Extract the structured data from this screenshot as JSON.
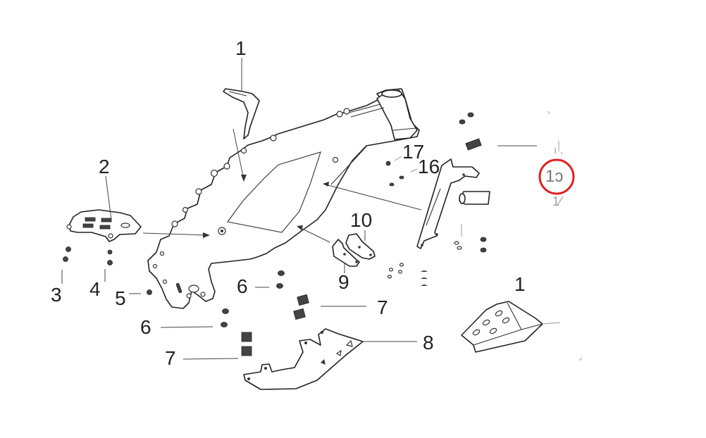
{
  "diagram": {
    "type": "exploded-parts-view",
    "subject": "frame assembly",
    "callouts": [
      {
        "id": "c1-top",
        "label": "1"
      },
      {
        "id": "c2",
        "label": "2"
      },
      {
        "id": "c3",
        "label": "3"
      },
      {
        "id": "c4",
        "label": "4"
      },
      {
        "id": "c5",
        "label": "5"
      },
      {
        "id": "c6-a",
        "label": "6"
      },
      {
        "id": "c6-b",
        "label": "6"
      },
      {
        "id": "c7-a",
        "label": "7"
      },
      {
        "id": "c7-b",
        "label": "7"
      },
      {
        "id": "c8",
        "label": "8"
      },
      {
        "id": "c9",
        "label": "9"
      },
      {
        "id": "c10",
        "label": "10"
      },
      {
        "id": "c16",
        "label": "16"
      },
      {
        "id": "c17",
        "label": "17"
      },
      {
        "id": "c1-right",
        "label": "1"
      },
      {
        "id": "c13-partial",
        "label": "1ɔ"
      }
    ],
    "highlight": {
      "label": "1ɔ",
      "color": "#e02020",
      "note": "partially visible callout number circled in red"
    },
    "colors": {
      "line": "#222222",
      "background": "#ffffff",
      "highlight": "#e02020"
    }
  }
}
